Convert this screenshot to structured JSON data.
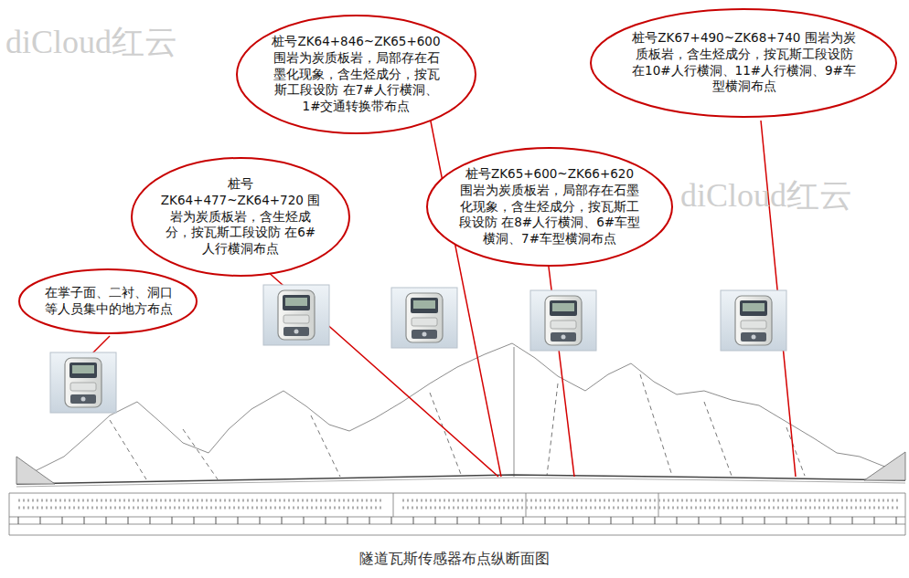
{
  "diagram": {
    "caption": "隧道瓦斯传感器布点纵断面图",
    "nodes": [
      {
        "text": [
          "在掌子面、二衬、洞口等人员集中的地方布点"
        ]
      },
      {
        "text": [
          "桩号ZK64+477~ZK64+720 围岩为炭质板岩，含生烃成分，按瓦斯工段设防 在6#人行横洞布点"
        ]
      },
      {
        "text": [
          "桩号ZK64+846~ZK65+600 围岩为炭质板岩，局部存在石墨化现象，含生烃成分，按瓦斯工段设防 在7#人行横洞、1#交通转换带布点"
        ]
      },
      {
        "text": [
          "桩号ZK65+600~ZK66+620 围岩为炭质板岩，局部存在石墨化现象，含生烃成分，按瓦斯工段设防 在8#人行横洞、6#车型横洞、7#车型横洞布点"
        ]
      },
      {
        "text": [
          "桩号ZK67+490~ZK68+740 围岩为炭质板岩，含生烃成分，按瓦斯工段设防 在10#人行横洞、11#人行横洞、9#车型横洞布点"
        ]
      }
    ],
    "labels": [
      "diCloud红云",
      "diCloud红云"
    ]
  }
}
